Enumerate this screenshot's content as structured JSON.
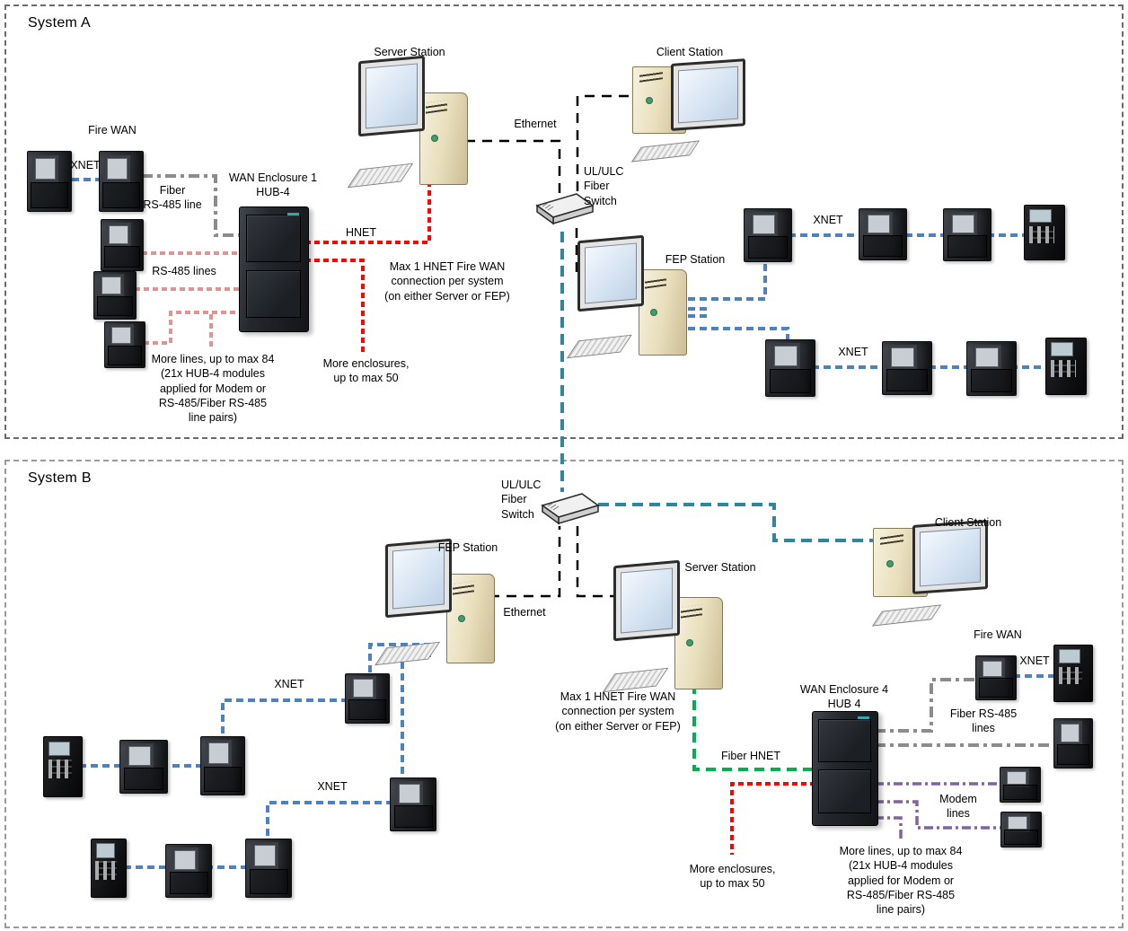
{
  "colors": {
    "xnet": "#4f81bd",
    "hnet": "#ff0000",
    "rs485": "#d99694",
    "fiber_rs485": "#8c8c8c",
    "fiber_link": "#31859c",
    "fiber_hnet": "#00b050",
    "modem": "#8064a2",
    "ethernet": "#000000"
  },
  "system_a": {
    "title": "System A",
    "labels": {
      "fire_wan": "Fire WAN",
      "xnet_pair": "XNET",
      "fiber_rs485_1": "Fiber",
      "fiber_rs485_2": "RS-485 line",
      "enclosure_1": "WAN Enclosure 1",
      "enclosure_2": "HUB-4",
      "rs485_lines": "RS-485 lines",
      "hnet": "HNET",
      "server_station": "Server Station",
      "ethernet": "Ethernet",
      "client_station": "Client Station",
      "ululc_1": "UL/ULC",
      "ululc_2": "Fiber",
      "ululc_3": "Switch",
      "fep_station": "FEP Station",
      "xnet_row1": "XNET",
      "xnet_row2": "XNET",
      "max_hnet_1": "Max 1 HNET Fire WAN",
      "max_hnet_2": "connection per system",
      "max_hnet_3": "(on either Server or FEP)",
      "more_lines_1": "More lines, up to max 84",
      "more_lines_2": "(21x HUB-4 modules",
      "more_lines_3": "applied for Modem or",
      "more_lines_4": "RS-485/Fiber RS-485",
      "more_lines_5": "line pairs)",
      "more_enclosures_1": "More enclosures,",
      "more_enclosures_2": "up to max 50"
    }
  },
  "system_b": {
    "title": "System B",
    "labels": {
      "ululc_1": "UL/ULC",
      "ululc_2": "Fiber",
      "ululc_3": "Switch",
      "fep_station": "FEP Station",
      "ethernet": "Ethernet",
      "server_station": "Server Station",
      "client_station": "Client Station",
      "xnet_a": "XNET",
      "xnet_b": "XNET",
      "fire_wan": "Fire WAN",
      "xnet_wan": "XNET",
      "enclosure_1": "WAN Enclosure 4",
      "enclosure_2": "HUB 4",
      "fiber_rs485_1": "Fiber RS-485",
      "fiber_rs485_2": "lines",
      "fiber_hnet": "Fiber HNET",
      "modem_1": "Modem",
      "modem_2": "lines",
      "max_hnet_1": "Max 1 HNET Fire WAN",
      "max_hnet_2": "connection per system",
      "max_hnet_3": "(on either Server or FEP)",
      "more_enclosures_1": "More enclosures,",
      "more_enclosures_2": "up to max 50",
      "more_lines_1": "More lines, up to max 84",
      "more_lines_2": "(21x HUB-4 modules",
      "more_lines_3": "applied for Modem or",
      "more_lines_4": "RS-485/Fiber RS-485",
      "more_lines_5": "line pairs)"
    }
  }
}
